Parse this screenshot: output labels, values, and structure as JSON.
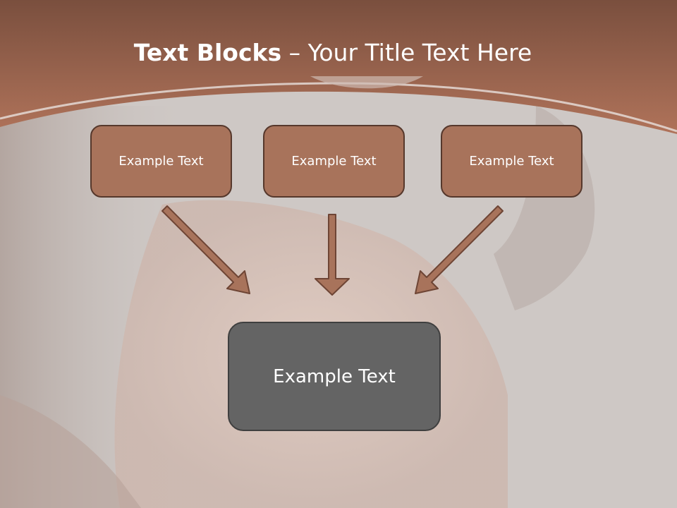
{
  "title": {
    "bold": "Text Blocks",
    "rest": " – Your Title Text Here"
  },
  "boxes": [
    {
      "label": "Example Text"
    },
    {
      "label": "Example Text"
    },
    {
      "label": "Example Text"
    }
  ],
  "center_box": {
    "label": "Example Text"
  },
  "colors": {
    "header": "#a86f58",
    "box_fill": "#a8735b",
    "box_border": "#56382c",
    "center_fill": "#646464",
    "arrow_fill": "#a8735b",
    "arrow_stroke": "#6e4535"
  },
  "icons": [
    "arrow-down-right-icon",
    "arrow-down-icon",
    "arrow-down-left-icon"
  ]
}
